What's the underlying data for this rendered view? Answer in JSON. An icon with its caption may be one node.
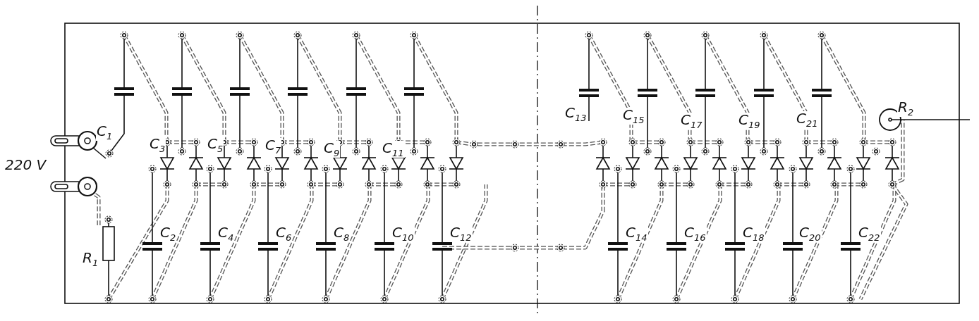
{
  "diagram": {
    "labels": [
      "C$_{1}$",
      "C$_{3}$",
      "C$_{5}$",
      "C$_{7}$",
      "C$_{9}$",
      "C$_{11}$",
      "C$_{13}$",
      "C$_{15}$",
      "C$_{17}$",
      "C$_{19}$",
      "C$_{21}$",
      "R$_{2}$",
      "220 V",
      "C$_{2}$",
      "C$_{4}$",
      "C$_{6}$",
      "C$_{8}$",
      "C$_{10}$",
      "C$_{12}$",
      "C$_{14}$",
      "C$_{16}$",
      "C$_{18}$",
      "C$_{20}$",
      "C$_{22}$",
      "R$_{1}$"
    ]
  }
}
